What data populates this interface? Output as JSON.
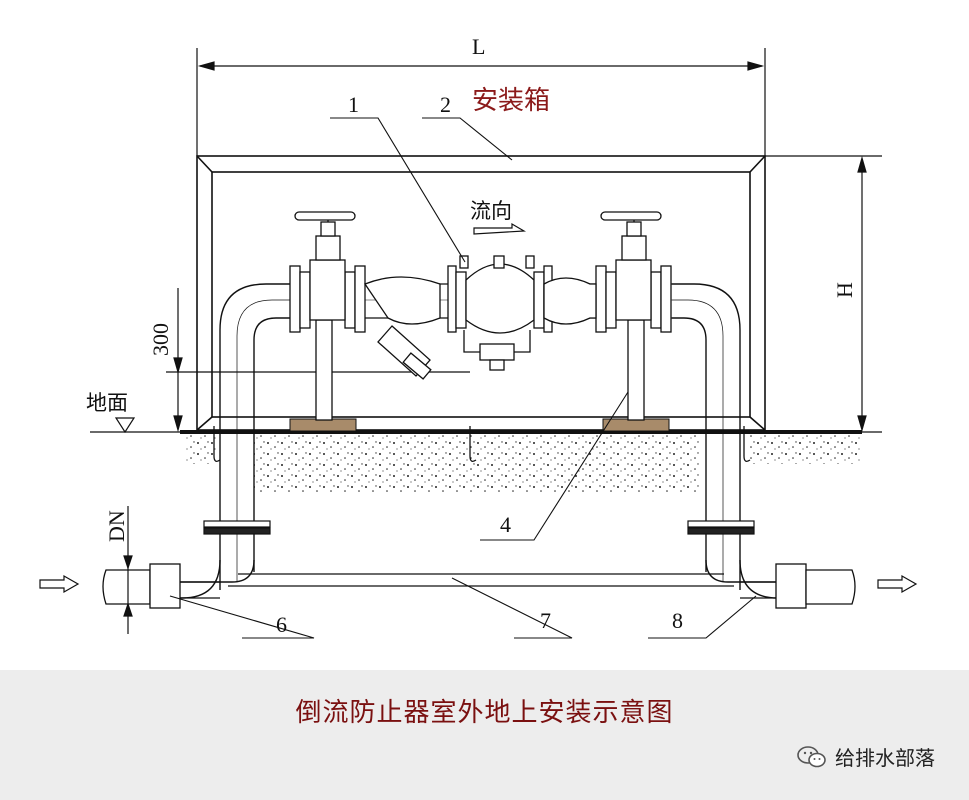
{
  "title_text": "安装箱",
  "flow_direction_label": "流向",
  "ground_label": "地面",
  "dimensions": {
    "length": "L",
    "height": "H",
    "depth": "300",
    "pipe_diameter": "DN"
  },
  "callouts": [
    "1",
    "2",
    "4",
    "6",
    "7",
    "8"
  ],
  "caption": "倒流防止器室外地上安装示意图",
  "watermark": "给排水部落",
  "colors": {
    "title": "#8b1a1a",
    "caption": "#7a1010",
    "line": "#111111",
    "band": "#ededed",
    "base_plate": "#a88b6a"
  }
}
